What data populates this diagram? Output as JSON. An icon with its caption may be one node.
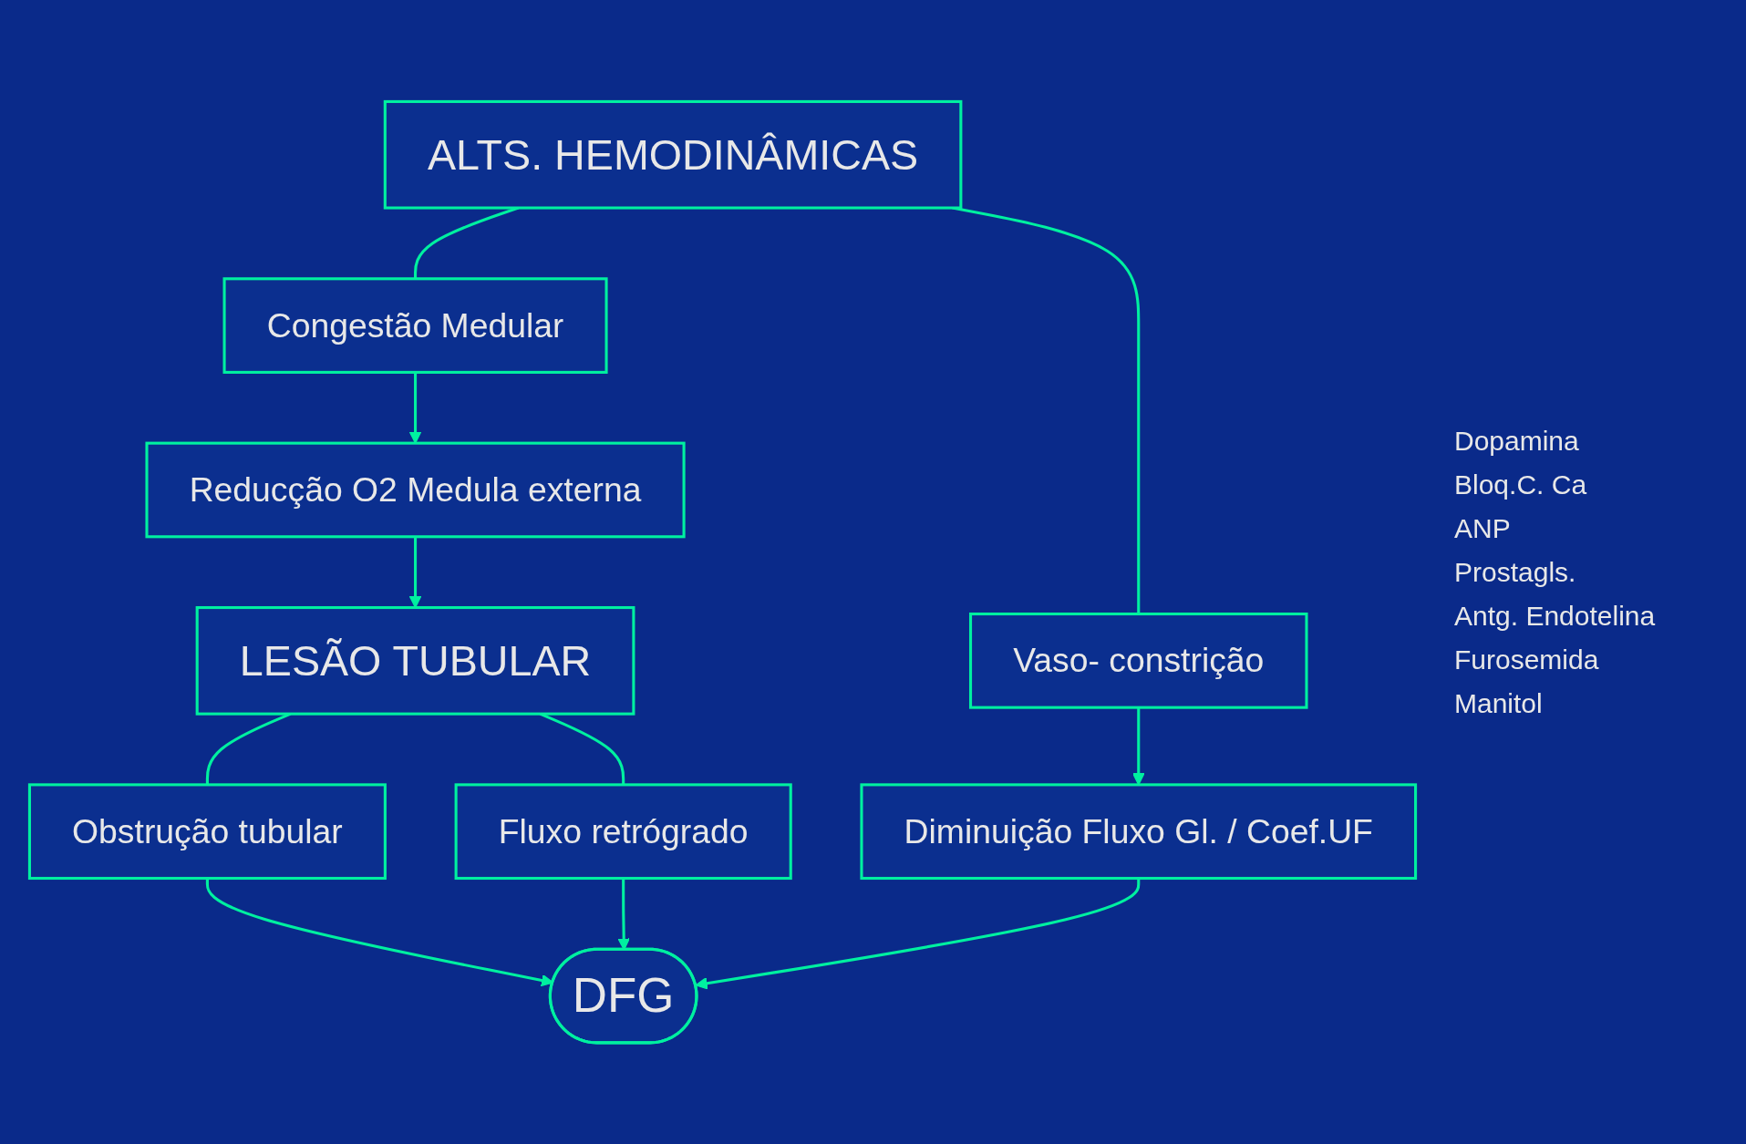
{
  "diagram": {
    "nodes": [
      {
        "text": [
          "ALTS. HEMODINÂMICAS"
        ]
      },
      {
        "text": [
          "LESÃO TUBULAR"
        ]
      },
      {
        "text": [
          "Vaso- constrição"
        ]
      },
      {
        "text": [
          "Congestão Medular"
        ]
      },
      {
        "text": [
          "Obstrução tubular"
        ]
      },
      {
        "text": [
          "Fluxo retrógrado"
        ]
      },
      {
        "text": [
          "Reducção O2 Medula externa"
        ]
      },
      {
        "text": [
          "Diminuição Fluxo Gl. / Coef.UF"
        ]
      },
      {
        "text": [
          "DFG"
        ]
      }
    ],
    "edges": [
      {
        "from": 0,
        "to": 2,
        "arrow": "none"
      },
      {
        "from": 0,
        "to": 3,
        "arrow": "none"
      },
      {
        "from": 1,
        "to": 4,
        "arrow": "none"
      },
      {
        "from": 1,
        "to": 5,
        "arrow": "none"
      },
      {
        "from": 2,
        "to": 7,
        "arrow": "to"
      },
      {
        "from": 3,
        "to": 6,
        "arrow": "to"
      },
      {
        "from": 6,
        "to": 1,
        "arrow": "to"
      },
      {
        "from": 4,
        "to": 8,
        "arrow": "to"
      },
      {
        "from": 5,
        "to": 8,
        "arrow": "to"
      },
      {
        "from": 7,
        "to": 8,
        "arrow": "to"
      }
    ],
    "labels": [
      "Dopamina",
      "Bloq.C. Ca",
      "ANP",
      "Prostagls.",
      "Antg. Endotelina",
      "Furosemida",
      "Manitol"
    ]
  }
}
